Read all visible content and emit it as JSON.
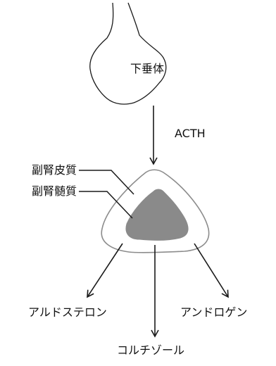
{
  "diagram": {
    "labels": {
      "pituitary": "下垂体",
      "acth": "ACTH",
      "cortex": "副腎皮質",
      "medulla": "副腎髄質",
      "aldosterone": "アルドステロン",
      "cortisol": "コルチゾール",
      "androgen": "アンドロゲン"
    },
    "colors": {
      "stroke": "#1a1a1a",
      "gland_outline": "#8c8c8c",
      "medulla_fill": "#8a8a8a",
      "background": "#ffffff"
    }
  }
}
